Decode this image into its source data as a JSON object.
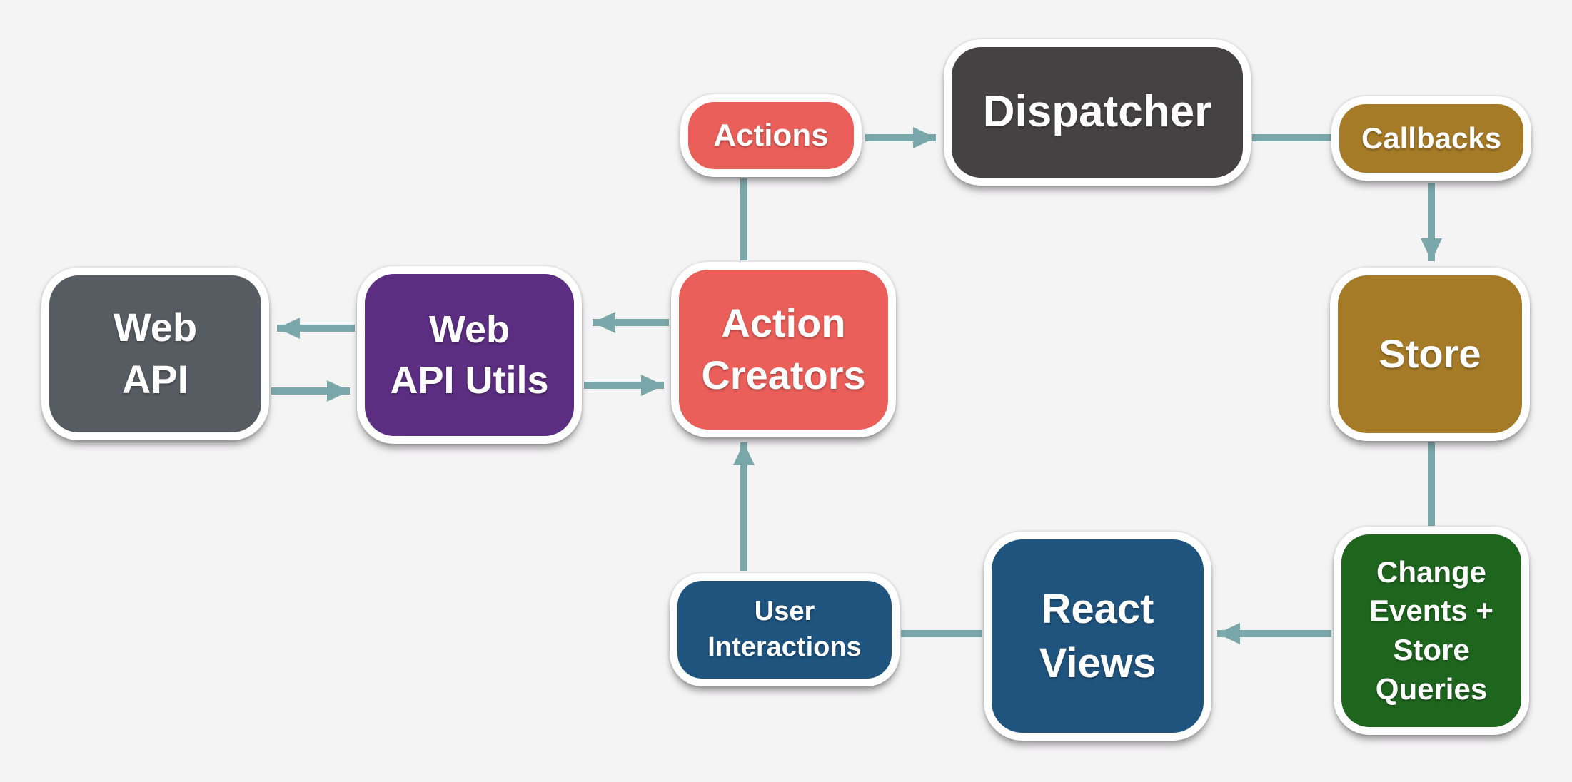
{
  "diagram": {
    "colors": {
      "background": "#f5f4f5",
      "arrow": "#7aa7aa",
      "node_border": "#ffffff",
      "node_text": "#ffffff",
      "salmon": "#ea5f5a",
      "dark_gray": "#454243",
      "gold": "#a67b27",
      "green": "#1e651e",
      "blue": "#1f547f",
      "slate": "#575c62",
      "purple": "#5c2e82"
    },
    "nodes": {
      "actions": {
        "label": "Actions",
        "color": "#ea5f5a"
      },
      "dispatcher": {
        "label": "Dispatcher",
        "color": "#454243"
      },
      "callbacks": {
        "label": "Callbacks",
        "color": "#a67b27"
      },
      "store": {
        "label": "Store",
        "color": "#a67b27"
      },
      "change_events": {
        "label": "Change Events + Store Queries",
        "lines": [
          "Change",
          "Events +",
          "Store",
          "Queries"
        ],
        "color": "#1e651e"
      },
      "react_views": {
        "label": "React Views",
        "lines": [
          "React",
          "Views"
        ],
        "color": "#1f547f"
      },
      "user_interactions": {
        "label": "User Interactions",
        "lines": [
          "User",
          "Interactions"
        ],
        "color": "#1f547f"
      },
      "action_creators": {
        "label": "Action Creators",
        "lines": [
          "Action",
          "Creators"
        ],
        "color": "#ea5f5a"
      },
      "web_api_utils": {
        "label": "Web API Utils",
        "lines": [
          "Web",
          "API Utils"
        ],
        "color": "#5c2e82"
      },
      "web_api": {
        "label": "Web API",
        "lines": [
          "Web",
          "API"
        ],
        "color": "#575c62"
      }
    },
    "edges": [
      {
        "from": "Action Creators",
        "to": "Actions",
        "style": "line"
      },
      {
        "from": "Actions",
        "to": "Dispatcher",
        "style": "arrow"
      },
      {
        "from": "Dispatcher",
        "to": "Callbacks",
        "style": "line"
      },
      {
        "from": "Callbacks",
        "to": "Store",
        "style": "arrow"
      },
      {
        "from": "Store",
        "to": "Change Events + Store Queries",
        "style": "line"
      },
      {
        "from": "Change Events + Store Queries",
        "to": "React Views",
        "style": "arrow"
      },
      {
        "from": "React Views",
        "to": "User Interactions",
        "style": "line"
      },
      {
        "from": "User Interactions",
        "to": "Action Creators",
        "style": "arrow"
      },
      {
        "from": "Action Creators",
        "to": "Web API Utils",
        "style": "arrow"
      },
      {
        "from": "Web API Utils",
        "to": "Action Creators",
        "style": "arrow"
      },
      {
        "from": "Web API Utils",
        "to": "Web API",
        "style": "arrow"
      },
      {
        "from": "Web API",
        "to": "Web API Utils",
        "style": "arrow"
      }
    ]
  }
}
